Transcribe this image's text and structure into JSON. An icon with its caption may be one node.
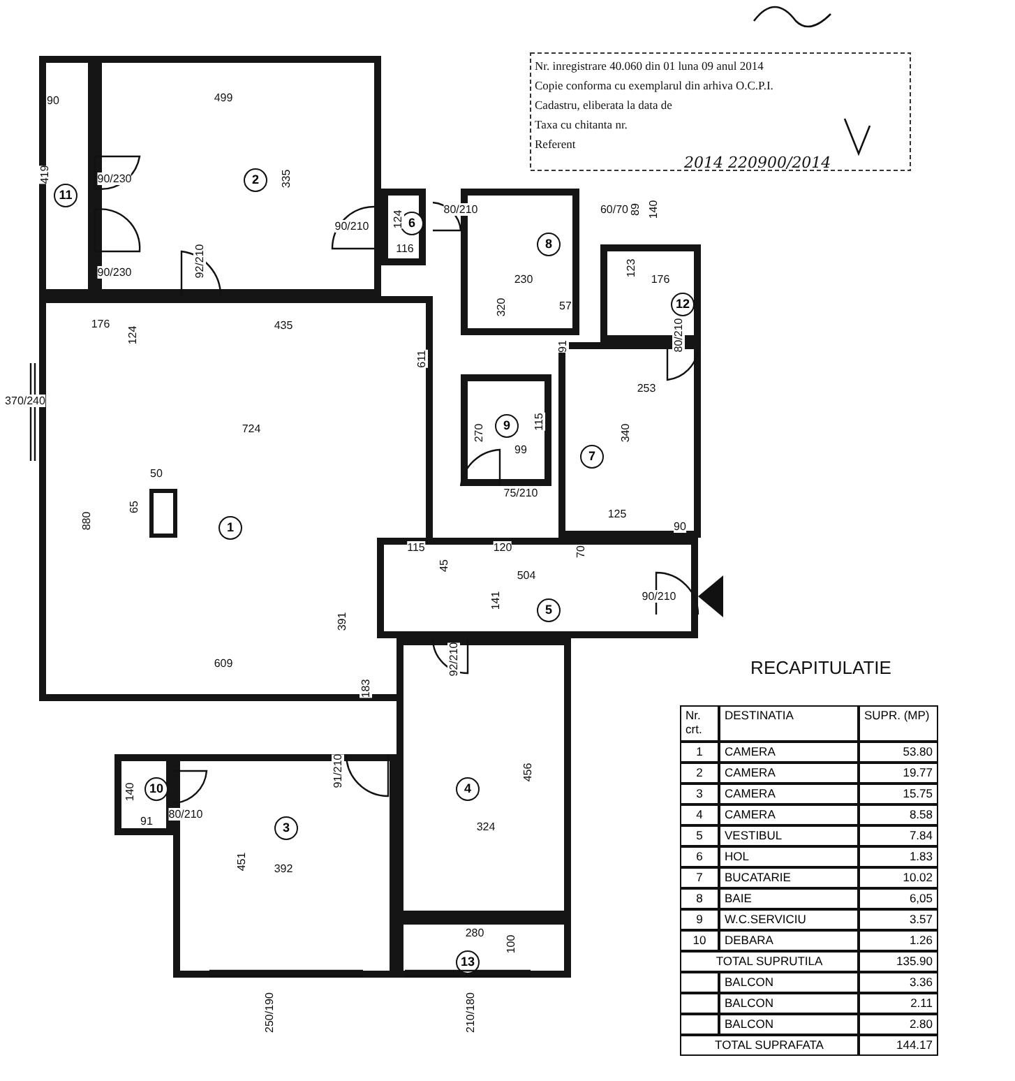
{
  "diagram": {
    "nodes": [
      {
        "text": [
          "1"
        ]
      },
      {
        "text": [
          "2"
        ]
      },
      {
        "text": [
          "3"
        ]
      },
      {
        "text": [
          "4"
        ]
      },
      {
        "text": [
          "5"
        ]
      },
      {
        "text": [
          "6"
        ]
      },
      {
        "text": [
          "7"
        ]
      },
      {
        "text": [
          "8"
        ]
      },
      {
        "text": [
          "9"
        ]
      },
      {
        "text": [
          "10"
        ]
      },
      {
        "text": [
          "11"
        ]
      },
      {
        "text": [
          "12"
        ]
      },
      {
        "text": [
          "13"
        ]
      },
      {
        "text": [],
        "shape": "box",
        "in": 0
      }
    ],
    "edges": [],
    "labels": [
      "Nr. inregistrare 40.060 din 01 luna 09 anul 2014",
      "Copie conforma cu exemplarul din arhiva O.C.P.I.",
      "Cadastru, eliberata la data de",
      "Taxa cu chitanta nr.",
      "Referent",
      "2014 220900/2014",
      "90",
      "499",
      "419",
      "90/230",
      "90/230",
      "335",
      "92/210",
      "90/210",
      "124",
      "116",
      "80/210",
      "60/70",
      "89",
      "140",
      "230",
      "320",
      "57",
      "91",
      "123",
      "176",
      "80/210",
      "176",
      "124",
      "435",
      "611",
      "370/240",
      "724",
      "50",
      "65",
      "880",
      "270",
      "115",
      "99",
      "253",
      "340",
      "75/210",
      "115",
      "120",
      "45",
      "125",
      "90",
      "70",
      "504",
      "141",
      "90/210",
      "391",
      "609",
      "92/210",
      "183",
      "140",
      "80/210",
      "91",
      "91/210",
      "451",
      "392",
      "456",
      "324",
      "280",
      "100",
      "250/190",
      "210/180",
      "RECAPITULATIE",
      "Nr. crt.",
      "DESTINATIA",
      "SUPR. (MP)",
      "1",
      "CAMERA",
      "53.80",
      "2",
      "CAMERA",
      "19.77",
      "3",
      "CAMERA",
      "15.75",
      "4",
      "CAMERA",
      "8.58",
      "5",
      "VESTIBUL",
      "7.84",
      "6",
      "HOL",
      "1.83",
      "7",
      "BUCATARIE",
      "10.02",
      "8",
      "BAIE",
      "6,05",
      "9",
      "W.C.SERVICIU",
      "3.57",
      "10",
      "DEBARA",
      "1.26",
      "TOTAL SUPRUTILA",
      "135.90",
      "BALCON",
      "3.36",
      "BALCON",
      "2.11",
      "BALCON",
      "2.80",
      "TOTAL SUPRAFATA",
      "144.17"
    ]
  }
}
